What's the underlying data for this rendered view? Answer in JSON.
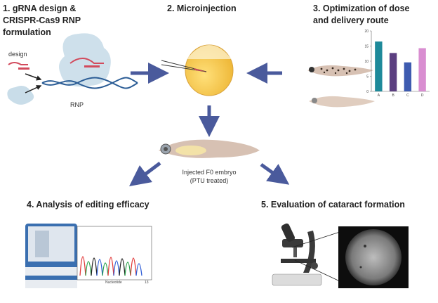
{
  "steps": {
    "s1_line1": "1. gRNA design &",
    "s1_line2": "CRISPR-Cas9  RNP",
    "s1_line3": "formulation",
    "s2": "2. Microinjection",
    "s3_line1": "3. Optimization of dose",
    "s3_line2": "and delivery route",
    "s4": "4. Analysis of editing efficacy",
    "s5": "5. Evaluation of cataract formation"
  },
  "labels": {
    "design": "design",
    "rnp": "RNP",
    "embryo_line1": "Injected F0 embryo",
    "embryo_line2": "(PTU treated)",
    "nucleotide": "Nucleotide",
    "nucleotide_end": "13"
  },
  "colors": {
    "arrow": "#4a5a9c",
    "egg": "#f6cc55",
    "fish": "#d7c1b3"
  },
  "chart_data": {
    "type": "bar",
    "categories": [
      "A",
      "B",
      "C",
      "D"
    ],
    "values": [
      16.5,
      12.7,
      9.6,
      14.3
    ],
    "colors": [
      "#1e8a9a",
      "#5b3f80",
      "#3e5bb0",
      "#d98ed1"
    ],
    "ylim": [
      0,
      20
    ],
    "yticks": [
      0,
      5,
      10,
      15,
      20
    ]
  }
}
